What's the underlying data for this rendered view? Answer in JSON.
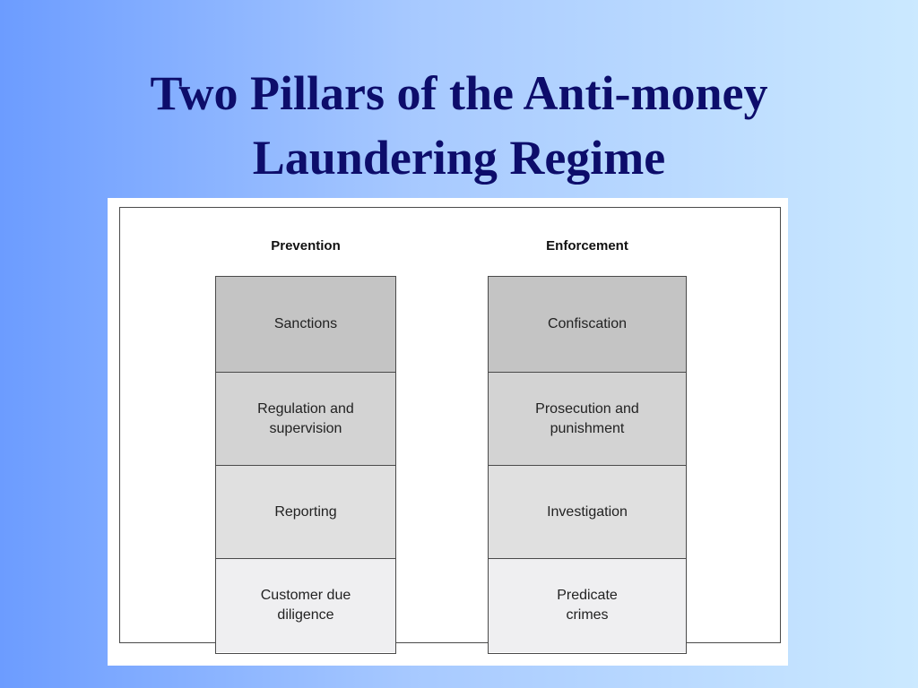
{
  "slide": {
    "title_line1": "Two Pillars of the Anti-money",
    "title_line2": "Laundering Regime"
  },
  "diagram": {
    "pillars": [
      {
        "heading": "Prevention",
        "cells": [
          {
            "label": "Sanctions",
            "shade": "#c4c4c4"
          },
          {
            "label": "Regulation and\nsupervision",
            "shade": "#d3d3d3"
          },
          {
            "label": "Reporting",
            "shade": "#e0e0e0"
          },
          {
            "label": "Customer due\ndiligence",
            "shade": "#efeff1"
          }
        ]
      },
      {
        "heading": "Enforcement",
        "cells": [
          {
            "label": "Confiscation",
            "shade": "#c4c4c4"
          },
          {
            "label": "Prosecution and\npunishment",
            "shade": "#d3d3d3"
          },
          {
            "label": "Investigation",
            "shade": "#e0e0e0"
          },
          {
            "label": "Predicate\ncrimes",
            "shade": "#efeff1"
          }
        ]
      }
    ]
  }
}
